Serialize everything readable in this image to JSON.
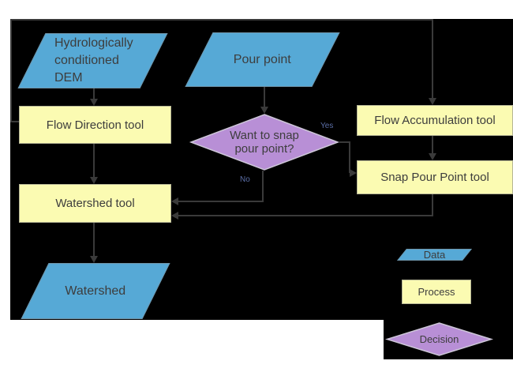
{
  "title": "Watershed delineation flowchart",
  "colors": {
    "page_bg": "#ffffff",
    "board_bg": "#000000",
    "data_fill": "#56a9d6",
    "data_border": "#6f94a9",
    "process_fill": "#fbfbb2",
    "process_border": "#b5b596",
    "decision_fill": "#b88fd6",
    "decision_border": "#cdc6d8",
    "connector": "#3a3a3a",
    "node_text": "#3d3d3d",
    "branch_text": "#5b6ea6"
  },
  "nodes": {
    "dem": {
      "type": "data",
      "label": "Hydrologically\nconditioned\nDEM"
    },
    "pour_point": {
      "type": "data",
      "label": "Pour point"
    },
    "flow_direction": {
      "type": "process",
      "label": "Flow Direction tool"
    },
    "flow_accumulation": {
      "type": "process",
      "label": "Flow Accumulation tool"
    },
    "snap_pour_point": {
      "type": "process",
      "label": "Snap Pour Point tool"
    },
    "decision": {
      "type": "decision",
      "label": "Want to snap\npour point?"
    },
    "watershed_tool": {
      "type": "process",
      "label": "Watershed tool"
    },
    "watershed_output": {
      "type": "data",
      "label": "Watershed"
    }
  },
  "connections": [
    {
      "from": "dem",
      "to": "flow_direction",
      "label": ""
    },
    {
      "from": "flow_direction",
      "to": "flow_accumulation",
      "label": ""
    },
    {
      "from": "flow_direction",
      "to": "watershed_tool",
      "label": ""
    },
    {
      "from": "flow_accumulation",
      "to": "snap_pour_point",
      "label": ""
    },
    {
      "from": "pour_point",
      "to": "decision",
      "label": ""
    },
    {
      "from": "decision",
      "to": "snap_pour_point",
      "label": "Yes"
    },
    {
      "from": "decision",
      "to": "watershed_tool",
      "label": "No"
    },
    {
      "from": "snap_pour_point",
      "to": "watershed_tool",
      "label": ""
    },
    {
      "from": "watershed_tool",
      "to": "watershed_output",
      "label": ""
    }
  ],
  "legend": {
    "data_label": "Data",
    "process_label": "Process",
    "decision_label": "Decision"
  }
}
